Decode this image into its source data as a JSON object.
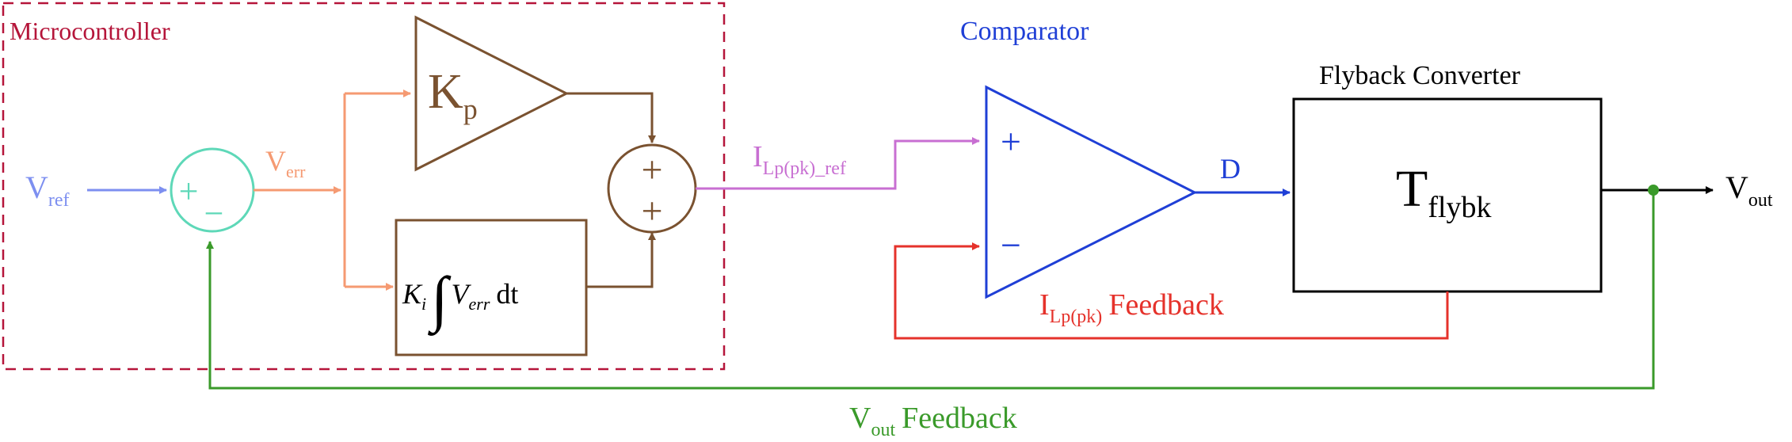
{
  "colors": {
    "microcontroller": "#b5153a",
    "vref": "#7d8ff0",
    "summer_in": "#5ed8b8",
    "verr": "#f59a72",
    "pi": "#7a5230",
    "iref": "#c86fd2",
    "comparator": "#1f3fd6",
    "ifb": "#e5322b",
    "converter": "#000000",
    "vout_fb": "#3a9a2a"
  },
  "labels": {
    "microcontroller": "Microcontroller",
    "comparator": "Comparator",
    "flyback_title": "Flyback Converter",
    "vref_main": "V",
    "vref_sub": "ref",
    "verr_main": "V",
    "verr_sub": "err",
    "kp_main": "K",
    "kp_sub": "p",
    "ki_main": "K",
    "ki_sub": "i",
    "integral": "∫",
    "ki_v": "V",
    "ki_vsub": "err",
    "ki_dt": "dt",
    "ilp_ref_main": "I",
    "ilp_ref_sub": "Lp(pk)_ref",
    "plus": "+",
    "minus": "−",
    "d_label": "D",
    "tflybk_main": "T",
    "tflybk_sub": "flybk",
    "vout_main": "V",
    "vout_sub": "out",
    "ilp_fb_main": "I",
    "ilp_fb_sub": "Lp(pk)",
    "ilp_fb_word": "Feedback",
    "vout_fb_main": "V",
    "vout_fb_sub": "out",
    "vout_fb_word": "Feedback"
  }
}
